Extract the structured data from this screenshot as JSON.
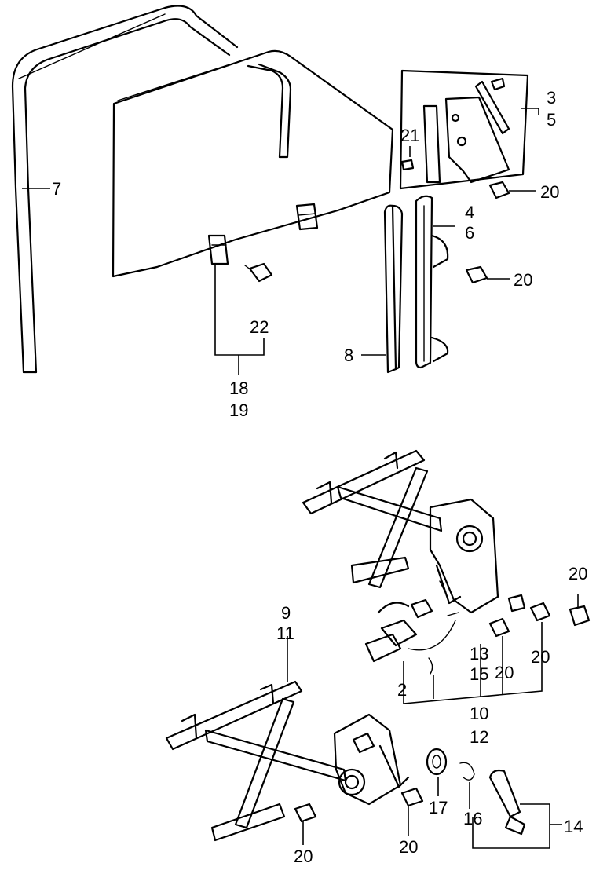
{
  "callouts": {
    "c7": "7",
    "c3": "3",
    "c5": "5",
    "c21": "21",
    "c20_top": "20",
    "c4": "4",
    "c6": "6",
    "c20_mid": "20",
    "c22": "22",
    "c8": "8",
    "c18": "18",
    "c19": "19",
    "c9": "9",
    "c11": "11",
    "c20_right": "20",
    "c13": "13",
    "c15": "15",
    "c10": "10",
    "c12": "12",
    "c20_r1": "20",
    "c20_r2": "20",
    "c2": "2",
    "c17": "17",
    "c16": "16",
    "c14": "14",
    "c20_bl": "20",
    "c20_bm": "20"
  },
  "parts": {
    "run_channel": "run-channel",
    "door_glass": "door-glass",
    "quarter_glass": "quarter-glass-assembly",
    "rear_channel": "rear-channel",
    "sash": "sash-channel",
    "upper_regulator": "power-window-regulator",
    "motor": "window-motor",
    "lower_regulator": "manual-window-regulator",
    "handle": "window-handle",
    "washer": "handle-washer",
    "clip": "handle-clip"
  }
}
